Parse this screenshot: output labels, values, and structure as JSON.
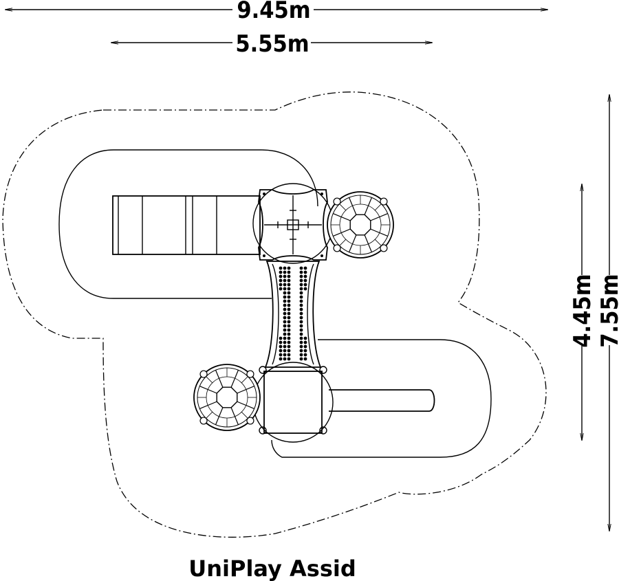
{
  "dimensions": {
    "outer_width": "9.45m",
    "inner_width": "5.55m",
    "inner_depth": "4.45m",
    "outer_depth": "7.55m"
  },
  "product_name": "UniPlay Assid",
  "colors": {
    "line": "#000000",
    "background": "#ffffff"
  }
}
